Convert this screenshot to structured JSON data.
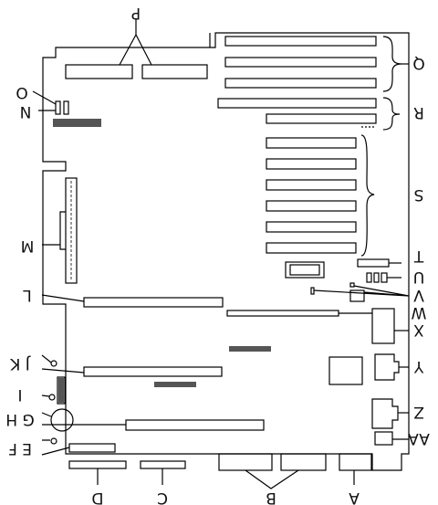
{
  "diagram": {
    "colors": {
      "line": "#000000",
      "dark_component": "#555555",
      "background": "#ffffff"
    },
    "callouts": [
      {
        "key": "A",
        "text": "A"
      },
      {
        "key": "B",
        "text": "B"
      },
      {
        "key": "C",
        "text": "C"
      },
      {
        "key": "D",
        "text": "D"
      },
      {
        "key": "EF",
        "text": "E F"
      },
      {
        "key": "GH",
        "text": "G H"
      },
      {
        "key": "I",
        "text": "I"
      },
      {
        "key": "JK",
        "text": "J K"
      },
      {
        "key": "L",
        "text": "L"
      },
      {
        "key": "M",
        "text": "M"
      },
      {
        "key": "N",
        "text": "N"
      },
      {
        "key": "O",
        "text": "O"
      },
      {
        "key": "P",
        "text": "P"
      },
      {
        "key": "Q",
        "text": "Q"
      },
      {
        "key": "R",
        "text": "R"
      },
      {
        "key": "S",
        "text": "S"
      },
      {
        "key": "T",
        "text": "T"
      },
      {
        "key": "U",
        "text": "U"
      },
      {
        "key": "V",
        "text": "V"
      },
      {
        "key": "W",
        "text": "W"
      },
      {
        "key": "X",
        "text": "X"
      },
      {
        "key": "Y",
        "text": "Y"
      },
      {
        "key": "Z",
        "text": "Z"
      },
      {
        "key": "AA",
        "text": "AA"
      }
    ]
  }
}
